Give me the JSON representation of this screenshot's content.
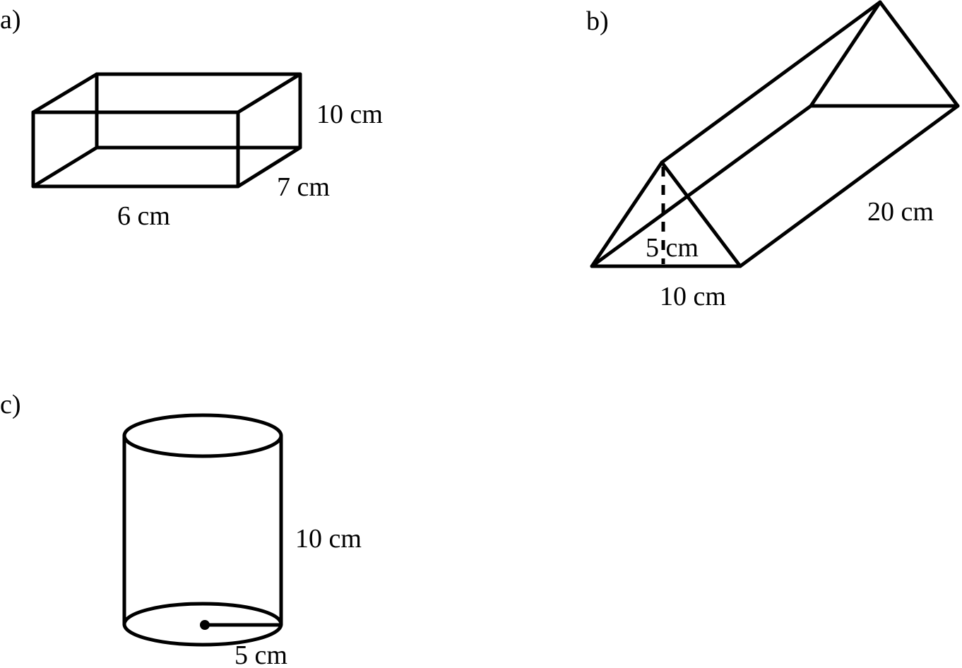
{
  "figures": [
    {
      "label": "a)",
      "shape": "rectangular-prism",
      "dimensions": {
        "height": "10 cm",
        "depth": "7 cm",
        "width": "6 cm"
      }
    },
    {
      "label": "b)",
      "shape": "triangular-prism",
      "dimensions": {
        "triangle_height": "5 cm",
        "base": "10 cm",
        "length": "20 cm"
      }
    },
    {
      "label": "c)",
      "shape": "cylinder",
      "dimensions": {
        "height": "10 cm",
        "radius": "5 cm"
      }
    }
  ]
}
